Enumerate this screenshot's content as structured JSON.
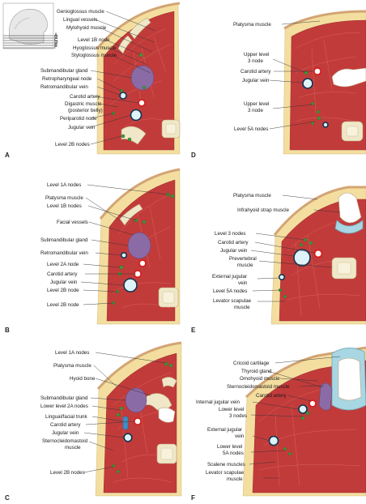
{
  "panels": {
    "A": {
      "letter": "A",
      "labels": [
        "Genioglossus muscle",
        "Lingual vessels",
        "Mylohyoid muscle",
        "Level 1B node",
        "Hyoglossus muscle",
        "Styloglossus muscle",
        "Submandibular gland",
        "Retropharyngeal node",
        "Retromandibular vein",
        "Carotid artery",
        "Digastric muscle",
        "(posterior belly)",
        "Periparotid node",
        "Jugular vein",
        "Level 2B nodes"
      ]
    },
    "B": {
      "letter": "B",
      "labels": [
        "Level 1A nodes",
        "Platysma muscle",
        "Level 1B nodes",
        "Facial vessels",
        "Submandibular gland",
        "Retromandibular vein",
        "Level 2A node",
        "Carotid artery",
        "Jugular vein",
        "Level 2B node",
        "Level 2B node"
      ]
    },
    "C": {
      "letter": "C",
      "labels": [
        "Level 1A nodes",
        "Platysma muscle",
        "Hyoid bone",
        "Submandibular gland",
        "Lower level 2A nodes",
        "Lingual/facial trunk",
        "Carotid artery",
        "Jugular vein",
        "Sternocleidomastoid",
        "muscle",
        "Level 2B nodes"
      ]
    },
    "D": {
      "letter": "D",
      "labels": [
        "Platysma muscle",
        "Upper level",
        "3 node",
        "Carotid artery",
        "Jugular vein",
        "Upper level",
        "3 node",
        "Level 5A nodes"
      ]
    },
    "E": {
      "letter": "E",
      "labels": [
        "Platysma muscle",
        "Infrahyoid strap muscle",
        "Level 3 nodes",
        "Carotid artery",
        "Jugular vein",
        "Prevertebral",
        "muscle",
        "External jugular",
        "vein",
        "Level 5A nodes",
        "Levator scapulae",
        "muscle"
      ]
    },
    "F": {
      "letter": "F",
      "labels": [
        "Cricoid cartilage",
        "Thyroid gland",
        "Omohyoid muscle",
        "Sternocleidomastoid muscle",
        "Carotid artery",
        "Internal jugular vein",
        "Lower level",
        "3 nodes",
        "External jugular",
        "vein",
        "Lower level",
        "5A nodes",
        "Scalene muscles",
        "Levator scapulae",
        "muscle"
      ]
    }
  },
  "inset": {
    "level_marks": [
      "A",
      "B",
      "C",
      "D",
      "E",
      "F"
    ]
  },
  "colors": {
    "muscle": "#c23b3b",
    "fat": "#f3dea0",
    "gland": "#8a6ba6",
    "node": "#3f9a3a",
    "vein_outline": "#0f3552",
    "artery_outline": "#d61f1f",
    "bone": "#efe7c8",
    "cartilage": "#a9d6e3"
  }
}
